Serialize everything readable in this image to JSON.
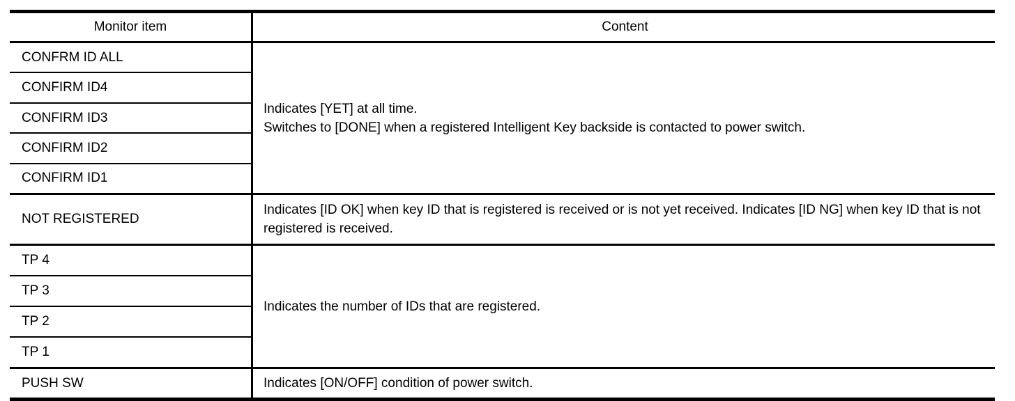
{
  "table": {
    "header": {
      "monitor_item": "Monitor item",
      "content": "Content"
    },
    "groups": [
      {
        "items": [
          "CONFRM ID ALL",
          "CONFIRM ID4",
          "CONFIRM ID3",
          "CONFIRM ID2",
          "CONFIRM ID1"
        ],
        "content_lines": [
          "Indicates [YET] at all time.",
          "Switches to [DONE] when a registered Intelligent Key backside is contacted to power switch."
        ]
      },
      {
        "items": [
          "NOT REGISTERED"
        ],
        "content": "Indicates [ID OK] when key ID that is registered is received or is not yet received. Indicates [ID NG] when key ID that is not registered is received."
      },
      {
        "items": [
          "TP 4",
          "TP 3",
          "TP 2",
          "TP 1"
        ],
        "content": "Indicates the number of IDs that are registered."
      },
      {
        "items": [
          "PUSH SW"
        ],
        "content": "Indicates [ON/OFF] condition of power switch."
      }
    ]
  },
  "colors": {
    "border": "#000000",
    "background": "#ffffff",
    "text": "#000000"
  }
}
